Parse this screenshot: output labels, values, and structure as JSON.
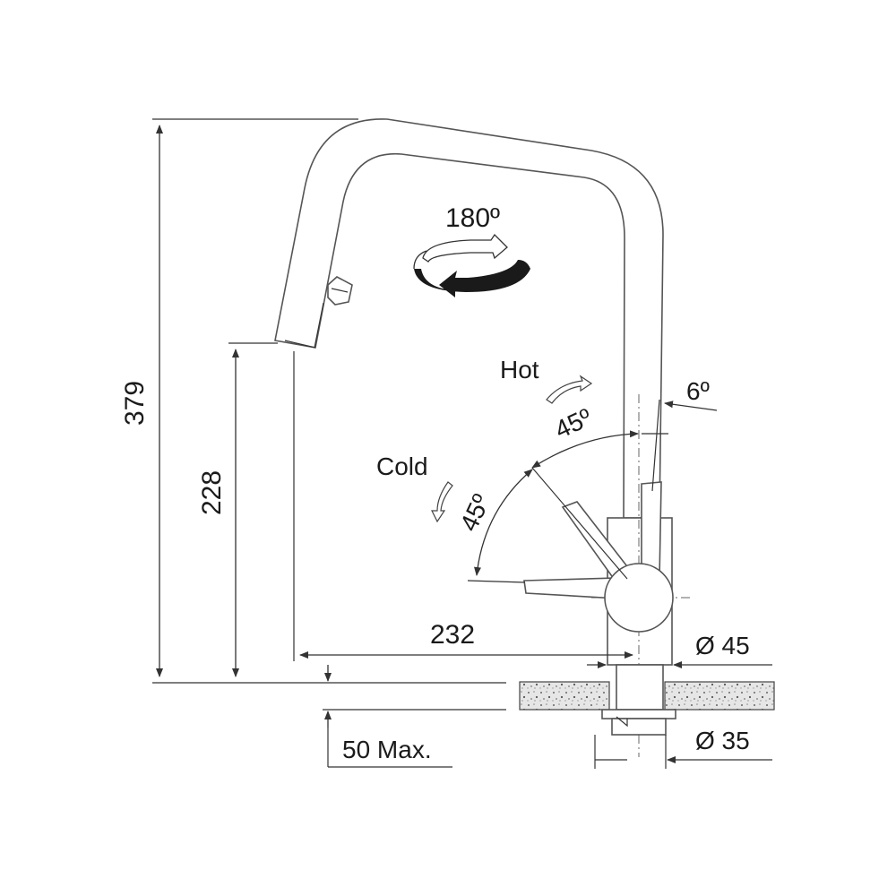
{
  "dimensions": {
    "total_height": "379",
    "spout_height": "228",
    "reach": "232",
    "body_diameter": "Ø 45",
    "hole_diameter": "Ø 35",
    "max_thickness": "50 Max."
  },
  "annotations": {
    "swivel_angle": "180º",
    "hot_label": "Hot",
    "cold_label": "Cold",
    "hot_angle": "45º",
    "cold_angle": "45º",
    "tilt_angle": "6º"
  },
  "colors": {
    "line": "#333333",
    "countertop_fill": "#d9d9d9",
    "arrow_fill": "#1a1a1a"
  }
}
